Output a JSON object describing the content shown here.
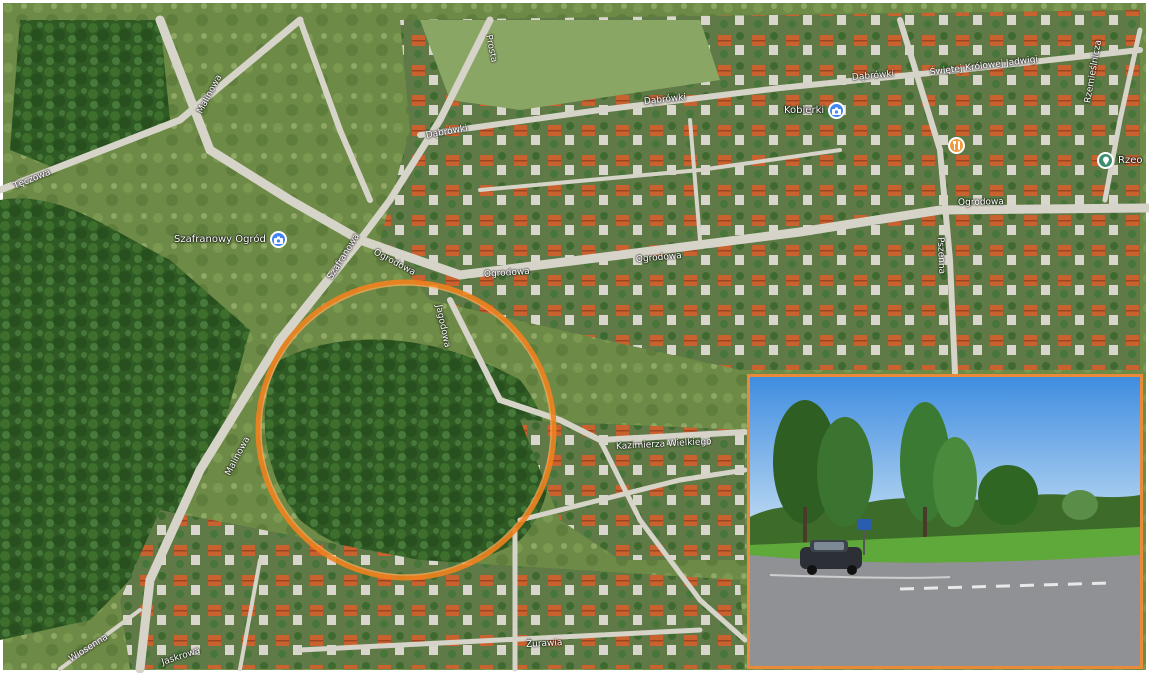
{
  "map": {
    "roads": {
      "teczowa": "Tęczowa",
      "malinowa": "Malinowa",
      "ogrodowa_1": "Ogrodowa",
      "ogrodowa_2": "Ogrodowa",
      "ogrodowa_3": "Ogrodowa",
      "ogrodowa_4": "Ogrodowa",
      "dabrowki_1": "Dąbrówki",
      "dabrowki_2": "Dąbrówki",
      "dabrowki_3": "Dąbrówki",
      "krolowej": "Świętej Królowej Jadwigi",
      "kazimierza": "Kazimierza Wielkiego",
      "zurawia": "Żurawia",
      "pszenna": "Pszenna",
      "rzemieslnicza": "Rzemieślnicza",
      "szafranowa": "Szafranowa",
      "prosta": "Prosta",
      "jagodowa": "Jagodowa",
      "wiosenna": "Wiosenna",
      "jaskrowa": "Jaskrowa"
    },
    "pois": [
      {
        "label": "Szafranowy Ogród",
        "icon": "camera-icon",
        "color": "#4285f4"
      },
      {
        "label": "Kobierki",
        "icon": "camera-icon",
        "color": "#4285f4"
      },
      {
        "label": "",
        "icon": "food-icon",
        "color": "#f29a3c"
      },
      {
        "label": "Rzeo",
        "icon": "pin-icon",
        "color": "#3b8f6e"
      }
    ],
    "highlight_color": "#f0821e"
  },
  "inset": {
    "type": "street-photo",
    "border_color": "#e88a3a"
  }
}
